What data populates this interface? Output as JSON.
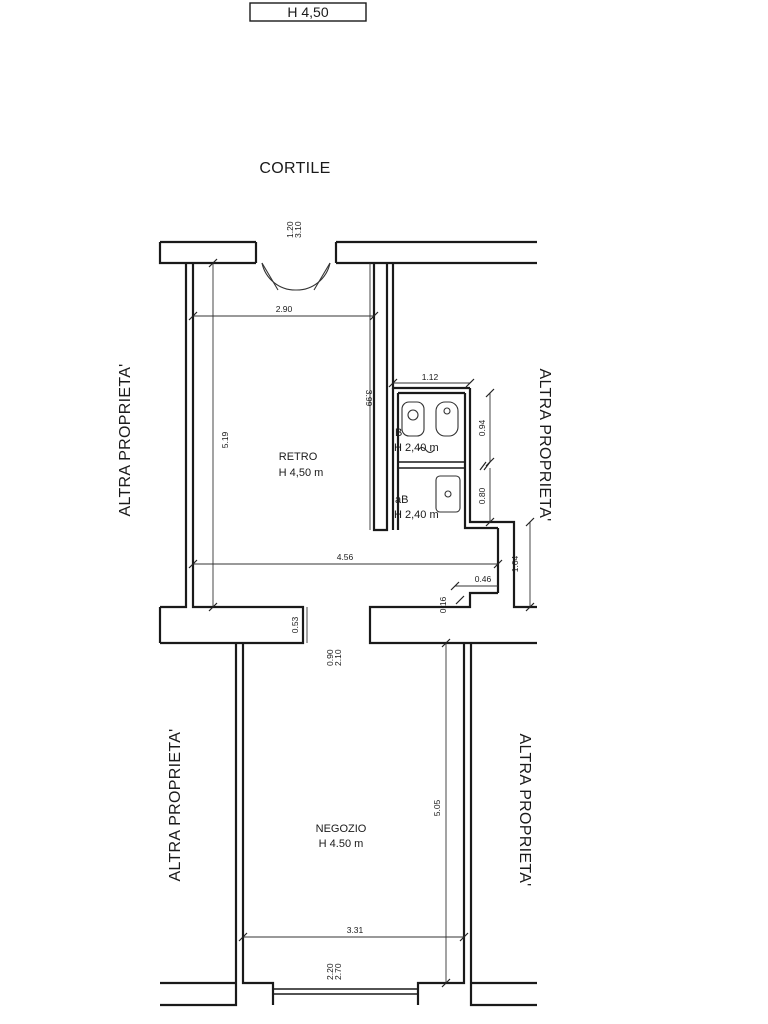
{
  "header": {
    "height_label": "H 4,50"
  },
  "labels": {
    "courtyard": "CORTILE",
    "other_property_left_upper": "ALTRA PROPRIETA'",
    "other_property_right_upper": "ALTRA PROPRIETA'",
    "other_property_left_lower": "ALTRA PROPRIETA'",
    "other_property_right_lower": "ALTRA PROPRIETA'"
  },
  "rooms": {
    "retro": {
      "name": "RETRO",
      "height": "H 4,50 m"
    },
    "bath1": {
      "name": "B",
      "height": "H 2,40 m"
    },
    "bath2": {
      "name": "aB",
      "height": "H 2,40 m"
    },
    "negozio": {
      "name": "NEGOZIO",
      "height": "H 4.50 m"
    }
  },
  "dimensions": {
    "top_door_w": "1.20",
    "top_door_h": "3.10",
    "retro_width": "2.90",
    "retro_length": "5.19",
    "retro_inner": "3.99",
    "bath_width": "1.12",
    "bath1_depth": "0.94",
    "bath2_depth": "0.80",
    "corridor_width": "4.56",
    "jog_length": "1.04",
    "jog_width": "0.46",
    "jog_small": "0.16",
    "passage_wall": "0.53",
    "passage_door_w": "0.90",
    "passage_door_h": "2.10",
    "shop_length": "5.05",
    "shop_width": "3.31",
    "front_door_w": "2.20",
    "front_door_h": "2.70"
  }
}
